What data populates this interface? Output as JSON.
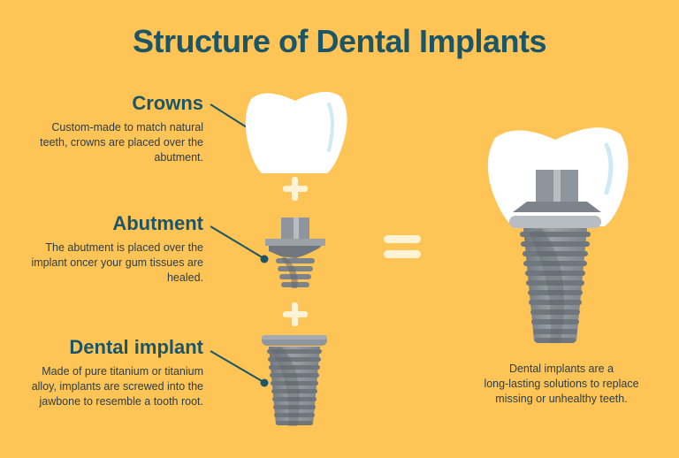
{
  "title": "Structure of Dental Implants",
  "parts": [
    {
      "heading": "Crowns",
      "description_lines": [
        "Custom-made to match natural",
        "teeth, crowns are placed over the",
        "abutment."
      ]
    },
    {
      "heading": "Abutment",
      "description_lines": [
        "The abutment is placed over the",
        "implant oncer your gum tissues are",
        "healed."
      ]
    },
    {
      "heading": "Dental implant",
      "description_lines": [
        "Made of pure titanium or titanium",
        "alloy, implants are screwed into the",
        "jawbone to resemble a tooth root."
      ]
    }
  ],
  "caption_lines": [
    "Dental implants are a",
    "long-lasting solutions to replace",
    "missing or unhealthy teeth."
  ],
  "colors": {
    "background": "#FEC456",
    "heading": "#1C5565",
    "text": "#2C3D45",
    "plus_equals": "#FFF3D6",
    "crown": "#FFFFFF",
    "metal": "#8E959C",
    "metal_dark": "#6F767D",
    "metal_light": "#B7BDC2"
  },
  "icons": [
    "plus-icon",
    "plus-icon",
    "equals-icon"
  ]
}
